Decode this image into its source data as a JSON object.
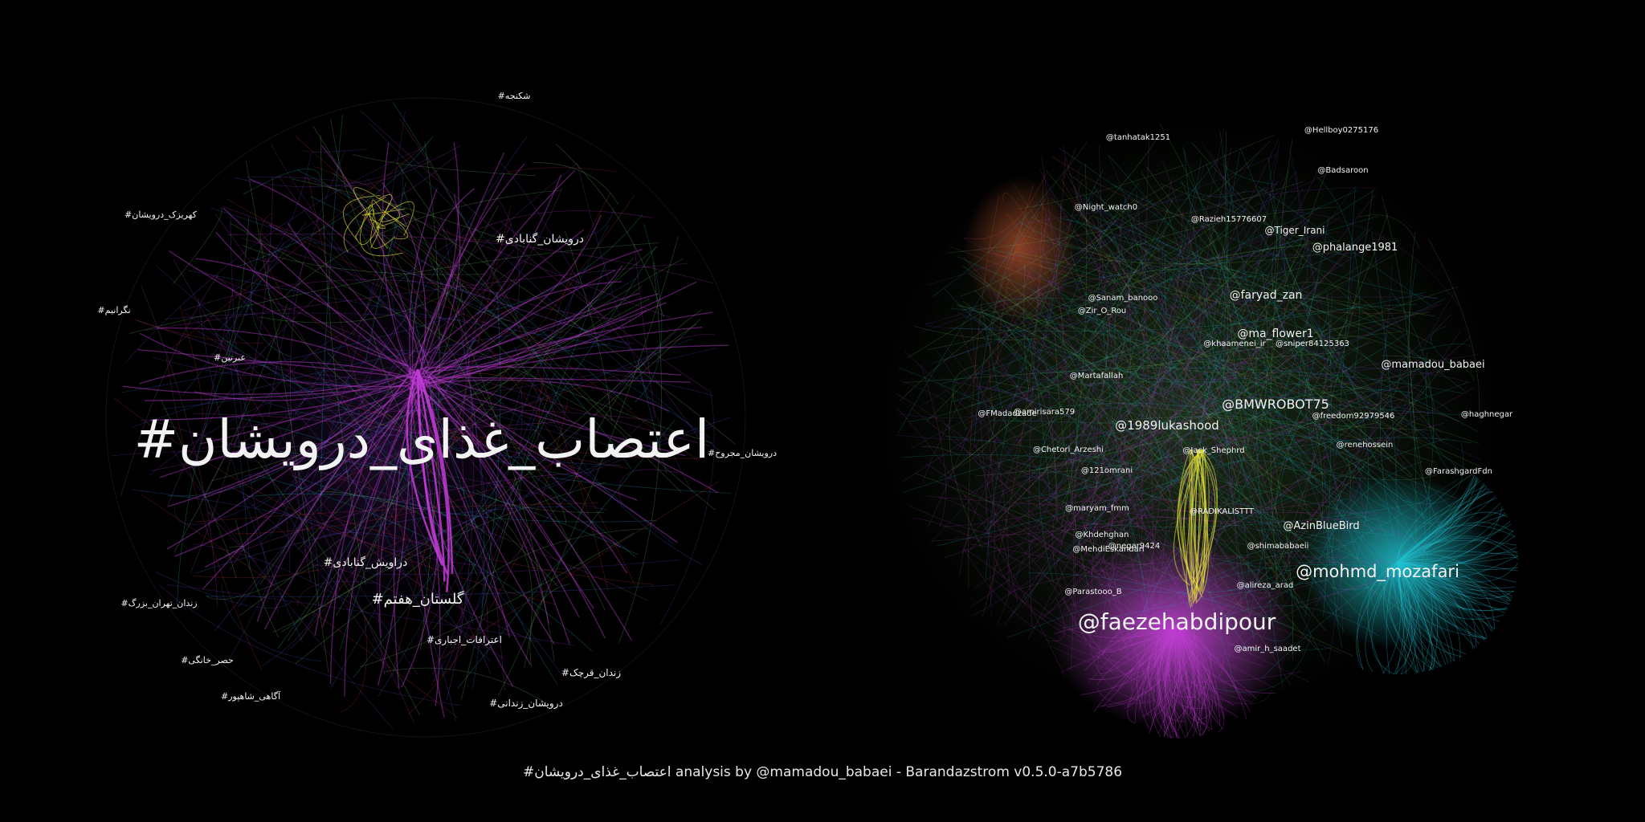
{
  "caption": "#اعتصاب_غذای_درویشان analysis by @mamadou_babaei - Barandazstrom v0.5.0-a7b5786",
  "colors": {
    "background": "#000000",
    "magenta": "#c23cd8",
    "purple": "#7a3cc8",
    "cyan": "#22c6d6",
    "yellow": "#e6e23a",
    "green": "#6fcf6a",
    "orange": "#e0643a",
    "red": "#d23a3a",
    "blue": "#3a6fd8",
    "label": "#f2f2f2"
  },
  "hashtag_network": {
    "main_label": "#اعتصاب_غذای_درویشان",
    "labels": [
      "#درویشان_گنابادی",
      "#دراویش_گنابادی",
      "#گلستان_هفتم",
      "#اعترافات_اجباری",
      "#زندان_قرچک",
      "#درویشان_زندانی",
      "#آگاهی_شاهپور",
      "#حصر_خانگی",
      "#زندان_تهران_بزرگ",
      "#کهریزک_درویشان",
      "#نگرانیم",
      "#شکنجه",
      "#درویشان_مجروح",
      "#عبرتین"
    ]
  },
  "user_network": {
    "labels_large": [
      "@faezehabdipour",
      "@mohmd_mozafari"
    ],
    "labels_medium": [
      "@BMWROBOT75",
      "@1989lukashood",
      "@faryad_zan",
      "@ma_flower1",
      "@mamadou_babaei",
      "@phalange1981",
      "@Tiger_Irani",
      "@AzinBlueBird"
    ],
    "labels_small": [
      "@Sanam_banooo",
      "@Zir_O_Rou",
      "@khaamenei_ir",
      "@sniper84125363",
      "@renehossein",
      "@freedom92979546",
      "@haghnegar",
      "@FarashgardFdn",
      "@RADIKALISTTT",
      "@maryam_fmm",
      "@negar9424",
      "@shimababaeii",
      "@MehdiEskandari",
      "@Khdehghan",
      "@121omrani",
      "@Jack_Shephrd",
      "@amirisara579",
      "@FMadadzade",
      "@Chetori_Arzeshi",
      "@Night_watch0",
      "@Razieh15776607",
      "@alireza_arad",
      "@Parastooo_B",
      "@amir_h_saadet",
      "@tanhatak1251",
      "@Hellboy0275176",
      "@Badsaroon",
      "@Martafallah"
    ]
  }
}
